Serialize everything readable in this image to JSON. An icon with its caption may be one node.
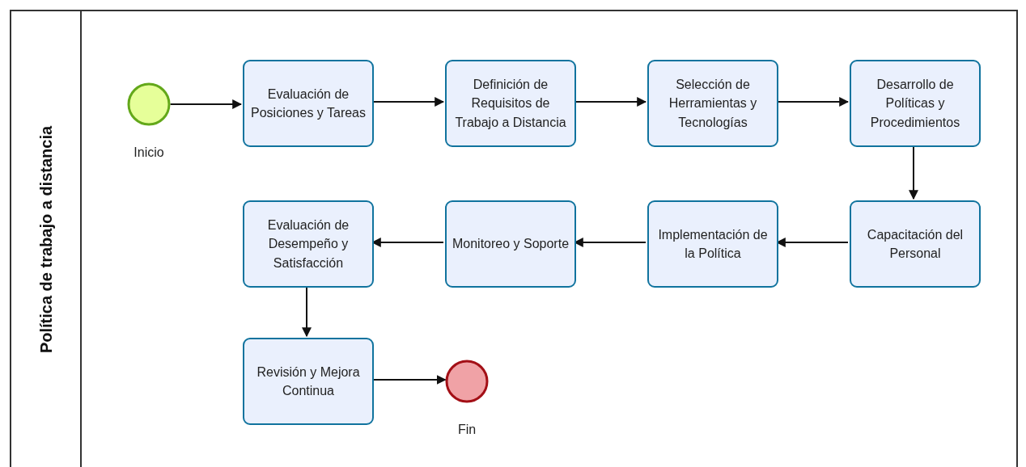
{
  "diagram": {
    "nodes": [
      {
        "text": [
          "Política de trabajo a distancia"
        ]
      },
      {
        "text": [],
        "shape": "circle",
        "beside": [
          "Inicio"
        ],
        "in": 0
      },
      {
        "text": [
          "Evaluación de Posiciones y Tareas"
        ],
        "in": 0
      },
      {
        "text": [
          "Definición de Requisitos de Trabajo a Distancia"
        ],
        "in": 0
      },
      {
        "text": [
          "Selección de Herramientas y Tecnologías"
        ],
        "in": 0
      },
      {
        "text": [
          "Desarrollo de Políticas y Procedimientos"
        ],
        "in": 0
      },
      {
        "text": [
          "Capacitación del Personal"
        ],
        "in": 0
      },
      {
        "text": [
          "Implementación de la Política"
        ],
        "in": 0
      },
      {
        "text": [
          "Monitoreo y Soporte"
        ],
        "in": 0
      },
      {
        "text": [
          "Evaluación de Desempeño y Satisfacción"
        ],
        "in": 0
      },
      {
        "text": [
          "Revisión y Mejora Continua"
        ],
        "in": 0
      },
      {
        "text": [],
        "shape": "circle",
        "beside": [
          "Fin"
        ],
        "in": 0
      }
    ],
    "edges": [
      {
        "from": 1,
        "to": 2,
        "arrow": "to"
      },
      {
        "from": 2,
        "to": 3,
        "arrow": "to"
      },
      {
        "from": 3,
        "to": 4,
        "arrow": "to"
      },
      {
        "from": 4,
        "to": 5,
        "arrow": "to"
      },
      {
        "from": 5,
        "to": 6,
        "arrow": "to"
      },
      {
        "from": 6,
        "to": 7,
        "arrow": "to"
      },
      {
        "from": 7,
        "to": 8,
        "arrow": "to"
      },
      {
        "from": 8,
        "to": 9,
        "arrow": "to"
      },
      {
        "from": 9,
        "to": 10,
        "arrow": "to"
      },
      {
        "from": 10,
        "to": 11,
        "arrow": "to"
      }
    ]
  }
}
